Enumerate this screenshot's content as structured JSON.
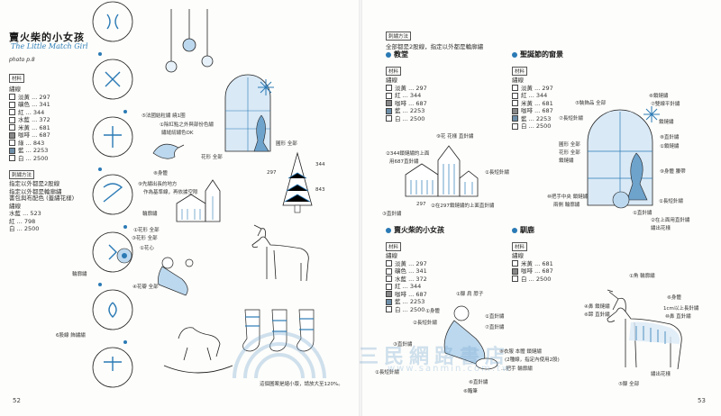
{
  "left_page": {
    "title": "賣火柴的小女孩",
    "subtitle": "The Little Match Girl",
    "photo_ref": "photo p.8",
    "materials_tag": "材料",
    "thread_head": "繡線",
    "materials": [
      {
        "label": "淡黃 ... 297",
        "color": "#ffffff"
      },
      {
        "label": "礦色 ... 341",
        "color": "#ffffff"
      },
      {
        "label": "紅 ... 344",
        "color": "#ffffff"
      },
      {
        "label": "水藍 ... 372",
        "color": "#ffffff"
      },
      {
        "label": "米黃 ... 681",
        "color": "#ffffff"
      },
      {
        "label": "咖啡 ... 687",
        "color": "#888888"
      },
      {
        "label": "綠 ... 843",
        "color": "#ffffff"
      },
      {
        "label": "藍 ... 2253",
        "color": "#6d8ea8"
      },
      {
        "label": "白 ... 2500",
        "color": "#ffffff"
      }
    ],
    "method_tag": "刺繡方法",
    "method_lines": [
      "指定以外都是2股線",
      "指定以外都是輪廓繡"
    ],
    "cover_tag": "書包與布配色 (蓋繡花樣)",
    "cover_thread_head": "繡線",
    "cover_items": [
      "水藍 ... 523",
      "紅 ... 798",
      "白 ... 2500"
    ],
    "labels": [
      "⑤法國結粒繡 繞1圈",
      "①除紅點之外與部份色繡",
      "繡縫紉繡色OK",
      "圓形 全部",
      "花形 全部",
      "⑧身體",
      "⑨先繡出長的地方",
      "作為基準線，再依據空隙",
      "輪廓繡",
      "①花形 全部",
      "③花形 全部",
      "④花瓣 全部",
      "①花心",
      "輪廓繡",
      "6股線 飾繡繡"
    ],
    "tree_labels": [
      "297",
      "344",
      "843"
    ],
    "caption": "這個圖案是縮小版，請放大至120%。",
    "page_number": "52"
  },
  "right_page": {
    "method_tag": "刺繡方法",
    "method_line": "全部都是2股線，指定以外都是輪廓繡",
    "sections": [
      {
        "title": "教堂",
        "tag": "材料",
        "thread_head": "繡線",
        "items": [
          "淡黃 ... 297",
          "紅 ... 344",
          "咖啡 ... 687",
          "藍 ... 2253",
          "白 ... 2500"
        ],
        "swatches": [
          "#ffffff",
          "#ffffff",
          "#888888",
          "#6d8ea8",
          "#ffffff"
        ]
      },
      {
        "title": "聖誕節的窗景",
        "tag": "材料",
        "thread_head": "繡線",
        "items": [
          "淡黃 ... 297",
          "紅 ... 344",
          "米黃 ... 681",
          "咖啡 ... 687",
          "藍 ... 2253",
          "白 ... 2500"
        ],
        "swatches": [
          "#ffffff",
          "#ffffff",
          "#ffffff",
          "#888888",
          "#6d8ea8",
          "#ffffff"
        ]
      },
      {
        "title": "賣火柴的小女孩",
        "tag": "材料",
        "thread_head": "繡線",
        "items": [
          "淡黃 ... 297",
          "礦色 ... 341",
          "水藍 ... 372",
          "紅 ... 344",
          "咖啡 ... 687",
          "藍 ... 2253",
          "白 ... 2500"
        ],
        "swatches": [
          "#ffffff",
          "#ffffff",
          "#ffffff",
          "#ffffff",
          "#888888",
          "#6d8ea8",
          "#ffffff"
        ]
      },
      {
        "title": "馴鹿",
        "tag": "材料",
        "thread_head": "繡線",
        "items": [
          "米黃 ... 681",
          "咖啡 ... 687",
          "白 ... 2500"
        ],
        "swatches": [
          "#ffffff",
          "#888888",
          "#ffffff"
        ]
      }
    ],
    "church_labels": [
      "⑨花 花樣 直針繡",
      "②344鎖鏈繡的上面",
      "用687直針繡",
      "①長短針繡",
      "③直針繡",
      "297",
      "②在297鎖鏈繡的上面直針繡"
    ],
    "window_labels": [
      "⑥鎖鏈繡",
      "⑦雙線平針繡",
      "⑤裝飾品 全部",
      "⑦長短針繡",
      "鎖鏈繡",
      "⑧直針繡",
      "①鎖鏈繡",
      "圓形 全部",
      "花形 全部",
      "鎖鏈繡",
      "⑨身體 腰帶",
      "⑩把手中央 鎖鏈繡",
      "兩側 輪廓繡",
      "①長短針繡",
      "①直針繡",
      "②在上面用直針繡",
      "繡出花樣"
    ],
    "girl_labels": [
      "①腳 肩 脖子",
      "①身體",
      "②長短針繡",
      "①直針繡",
      "⑦直針繡",
      "③直針繡",
      "①長短針繡",
      "⑧衣服 本體 鎖鏈繡",
      "(2種線，指定內使用2股)",
      "…把手 輪廓繡",
      "⑥直針繡",
      "⑥籬筆"
    ],
    "reindeer_labels": [
      "①角 輪廓繡",
      "④鼻 鎖鏈繡",
      "⑥身體",
      "⑥蹄 直針繡",
      "1cm以上長針繡",
      "⑩鼻 直針繡",
      "⑤腳 全部",
      "繡出花樣"
    ],
    "page_number": "53"
  },
  "watermark": {
    "text": "三民網路書店",
    "url": "www.sanmin.com.tw"
  }
}
